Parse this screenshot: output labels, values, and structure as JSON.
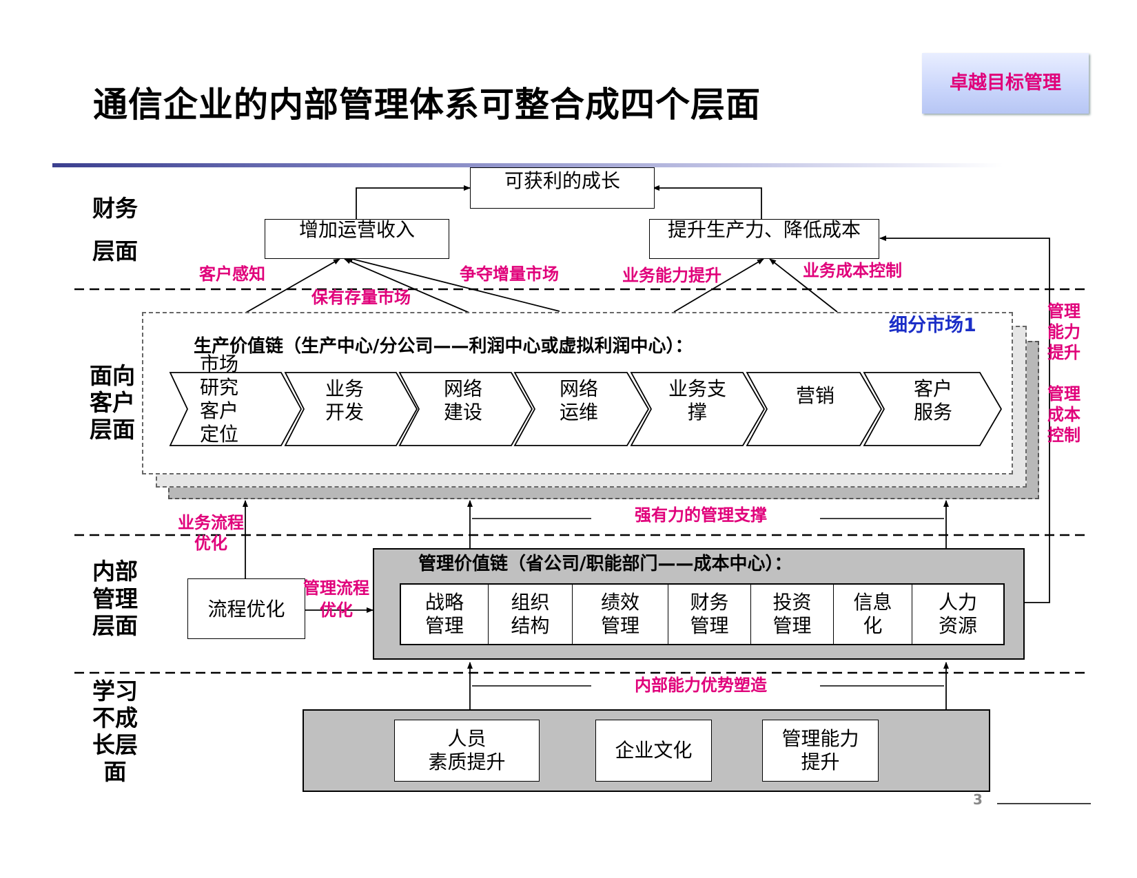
{
  "title": "通信企业的内部管理体系可整合成四个层面",
  "badge": "卓越目标管理",
  "layers": {
    "financial": "财务\n层面",
    "customer": "面向\n客户\n层面",
    "internal": "内部\n管理\n层面",
    "learning": "学习\n不成\n长层\n面"
  },
  "financial": {
    "top": "可获利的成长",
    "left": "增加运营收入",
    "right": "提升生产力、降低成本"
  },
  "labels": {
    "customer_perception": "客户感知",
    "retain_market": "保有存量市场",
    "grow_market": "争夺增量市场",
    "capability": "业务能力提升",
    "cost_control": "业务成本控制",
    "segment": "细分市场1",
    "mgmt_capability": "管理\n能力\n提升",
    "mgmt_cost": "管理\n成本\n控制",
    "strong_support": "强有力的管理支撑",
    "biz_process_opt": "业务流程\n优化",
    "mgmt_process_opt": "管理流程\n优化",
    "internal_advantage": "内部能力优势塑造"
  },
  "production": {
    "title": "生产价值链（生产中心/分公司——利润中心或虚拟利润中心）：",
    "steps": [
      "市场\n研究\n客户\n定位",
      "业务\n开发",
      "网络\n建设",
      "网络\n运维",
      "业务支\n撑",
      "营销",
      "客户\n服务"
    ]
  },
  "management": {
    "title": "管理价值链（省公司/职能部门——成本中心）：",
    "cells": [
      "战略\n管理",
      "组织\n结构",
      "绩效\n管理",
      "财务\n管理",
      "投资\n管理",
      "信息\n化",
      "人力\n资源"
    ]
  },
  "process_box": "流程优化",
  "learning": {
    "items": [
      "人员\n素质提升",
      "企业文化",
      "管理能力\n提升"
    ]
  },
  "page_number": "3"
}
